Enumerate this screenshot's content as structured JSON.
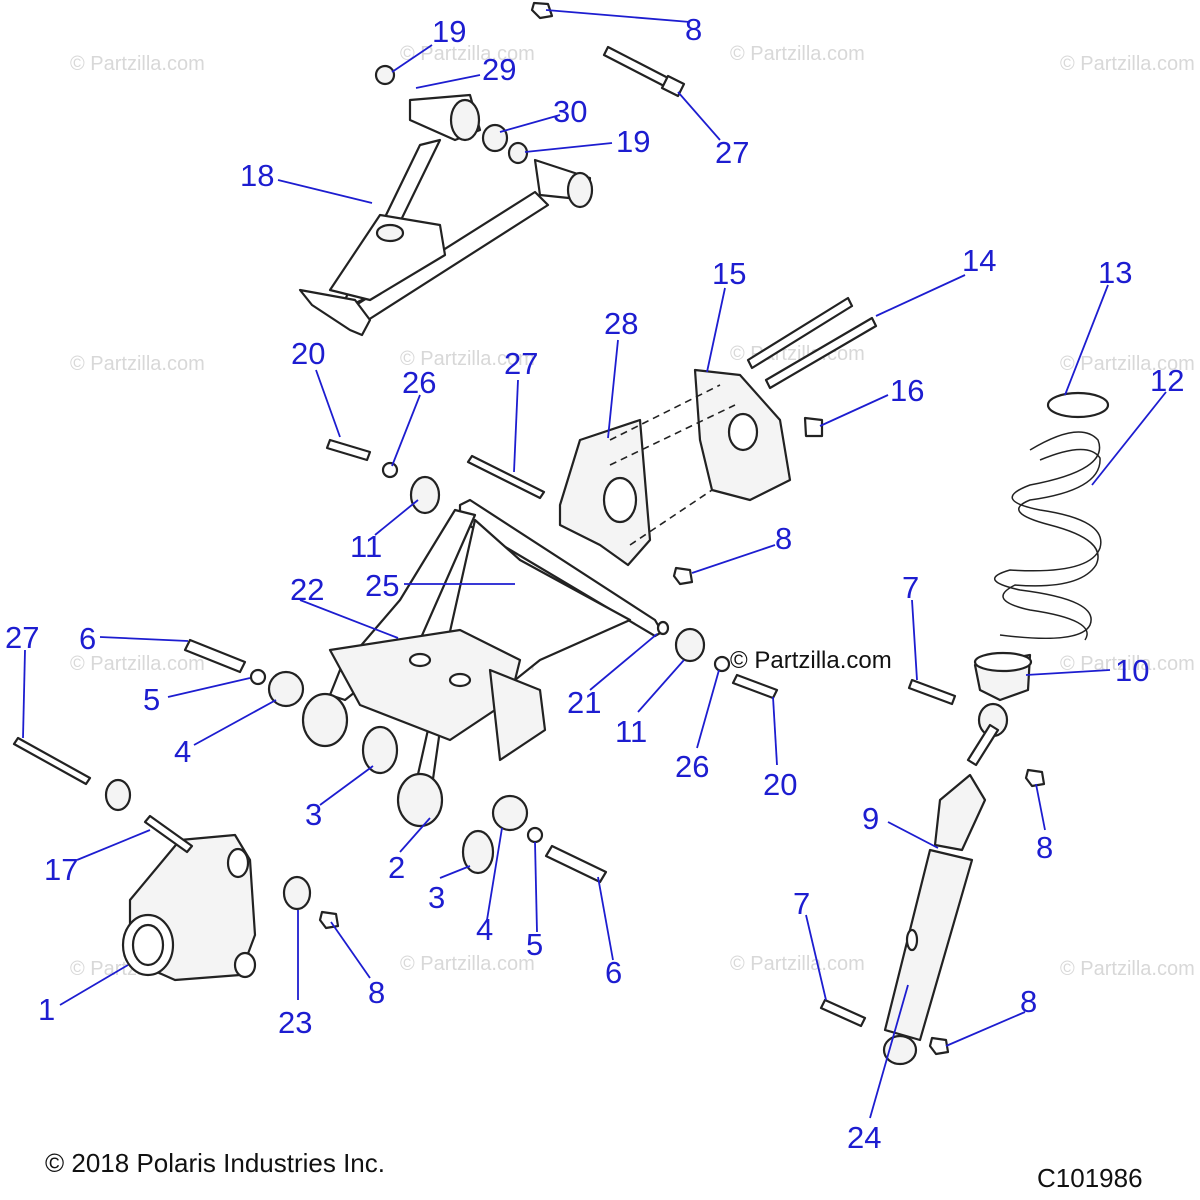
{
  "watermark": "© Partzilla.com",
  "inline_watermark": "© Partzilla.com",
  "copyright": "© 2018 Polaris Industries Inc.",
  "diagram_code": "C101986",
  "callouts": [
    "19",
    "29",
    "8",
    "30",
    "19",
    "27",
    "18",
    "20",
    "26",
    "27",
    "28",
    "15",
    "14",
    "16",
    "13",
    "12",
    "11",
    "8",
    "25",
    "22",
    "27",
    "6",
    "5",
    "4",
    "3",
    "2",
    "3",
    "4",
    "5",
    "6",
    "21",
    "11",
    "26",
    "20",
    "7",
    "10",
    "8",
    "9",
    "17",
    "1",
    "23",
    "8",
    "7",
    "8",
    "24"
  ]
}
